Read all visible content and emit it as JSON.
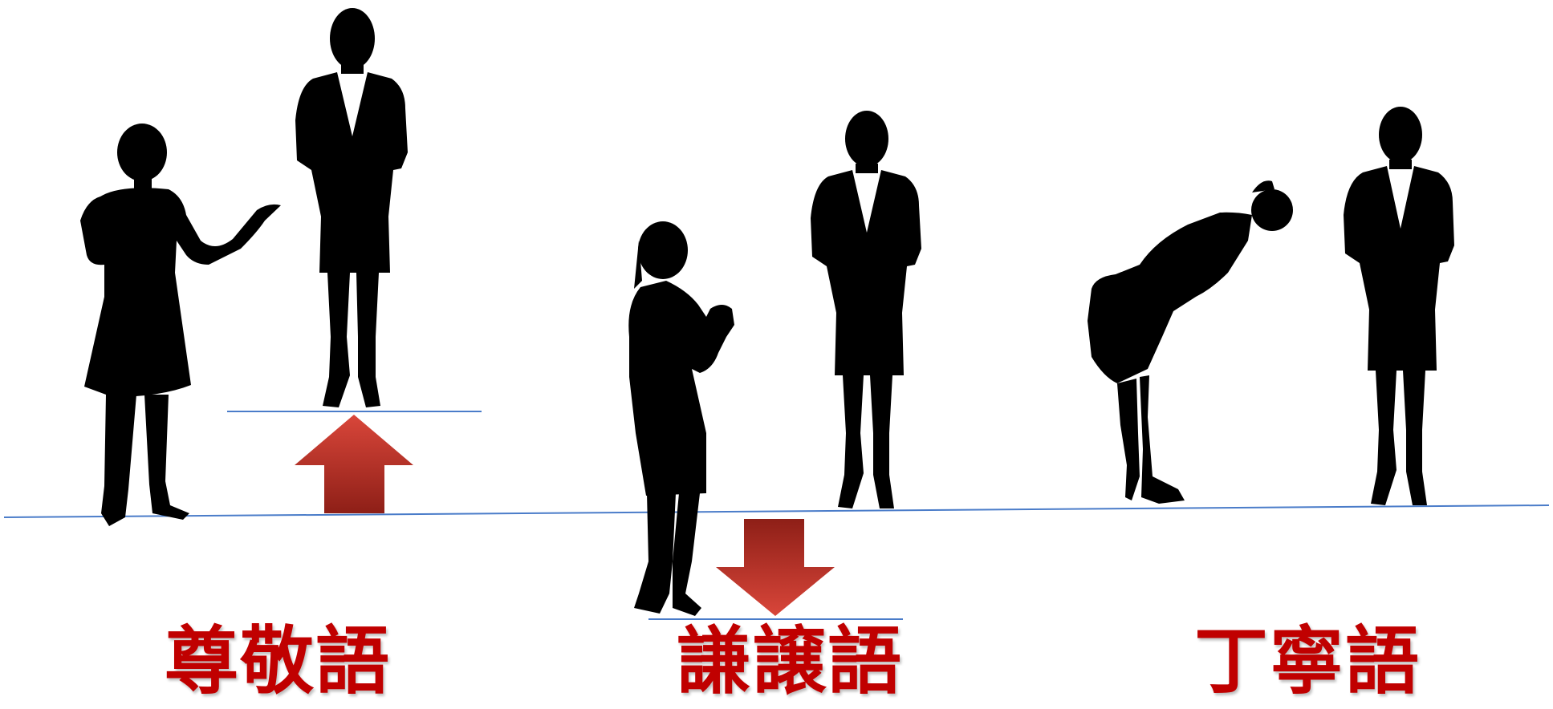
{
  "colors": {
    "silhouette": "#000000",
    "level_line": "#4a7cc9",
    "arrow_top": "#c0392b",
    "arrow_bottom": "#8e1f17",
    "label": "#c00000"
  },
  "labels": {
    "sonkeigo": "尊敬語",
    "kenjogo": "謙譲語",
    "teineigo": "丁寧語"
  },
  "arrows": {
    "sonkeigo": "up-arrow",
    "kenjogo": "down-arrow"
  }
}
